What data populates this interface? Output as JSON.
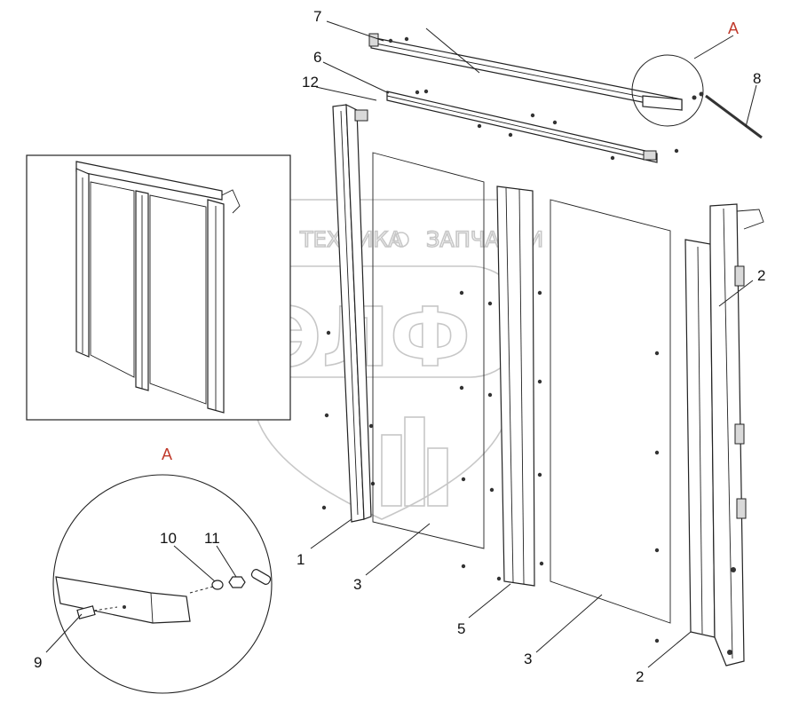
{
  "watermark": {
    "line1_left": "ТЕХНИКА",
    "line1_right": "ЗАПЧАСТИ",
    "logo": "ЭЛФ"
  },
  "callouts": {
    "p1": "1",
    "p2a": "2",
    "p2b": "2",
    "p3a": "3",
    "p3b": "3",
    "p5": "5",
    "p6": "6",
    "p7": "7",
    "p8": "8",
    "p9": "9",
    "p10": "10",
    "p11": "11",
    "p12": "12",
    "detail_top": "A",
    "detail_bottom": "A"
  },
  "colors": {
    "line": "#222222",
    "detail_marker": "#c0392b",
    "watermark": "#9a9a9a"
  }
}
